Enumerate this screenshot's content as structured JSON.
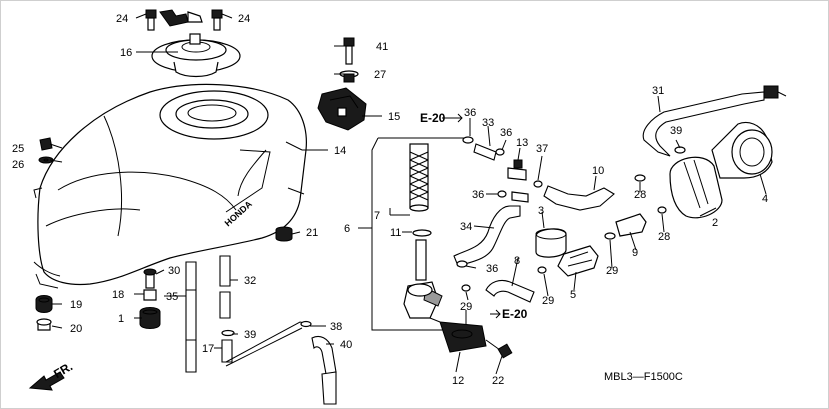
{
  "diagram": {
    "code": "MBL3—F1500C",
    "front_label": "FR.",
    "refs": [
      "E-20",
      "E-20"
    ],
    "callouts": {
      "c1": "1",
      "c2": "2",
      "c3": "3",
      "c4": "4",
      "c5": "5",
      "c6": "6",
      "c7": "7",
      "c8": "8",
      "c9": "9",
      "c10": "10",
      "c11": "11",
      "c12": "12",
      "c13": "13",
      "c14": "14",
      "c15": "15",
      "c16": "16",
      "c17": "17",
      "c18": "18",
      "c19": "19",
      "c20": "20",
      "c21": "21",
      "c22": "22",
      "c24a": "24",
      "c24b": "24",
      "c25": "25",
      "c26": "26",
      "c27": "27",
      "c28a": "28",
      "c28b": "28",
      "c29a": "29",
      "c29b": "29",
      "c29c": "29",
      "c30": "30",
      "c31": "31",
      "c32": "32",
      "c33": "33",
      "c34": "34",
      "c35": "35",
      "c36a": "36",
      "c36b": "36",
      "c36c": "36",
      "c36d": "36",
      "c37": "37",
      "c38": "38",
      "c39a": "39",
      "c39b": "39",
      "c40": "40",
      "c41": "41"
    }
  }
}
